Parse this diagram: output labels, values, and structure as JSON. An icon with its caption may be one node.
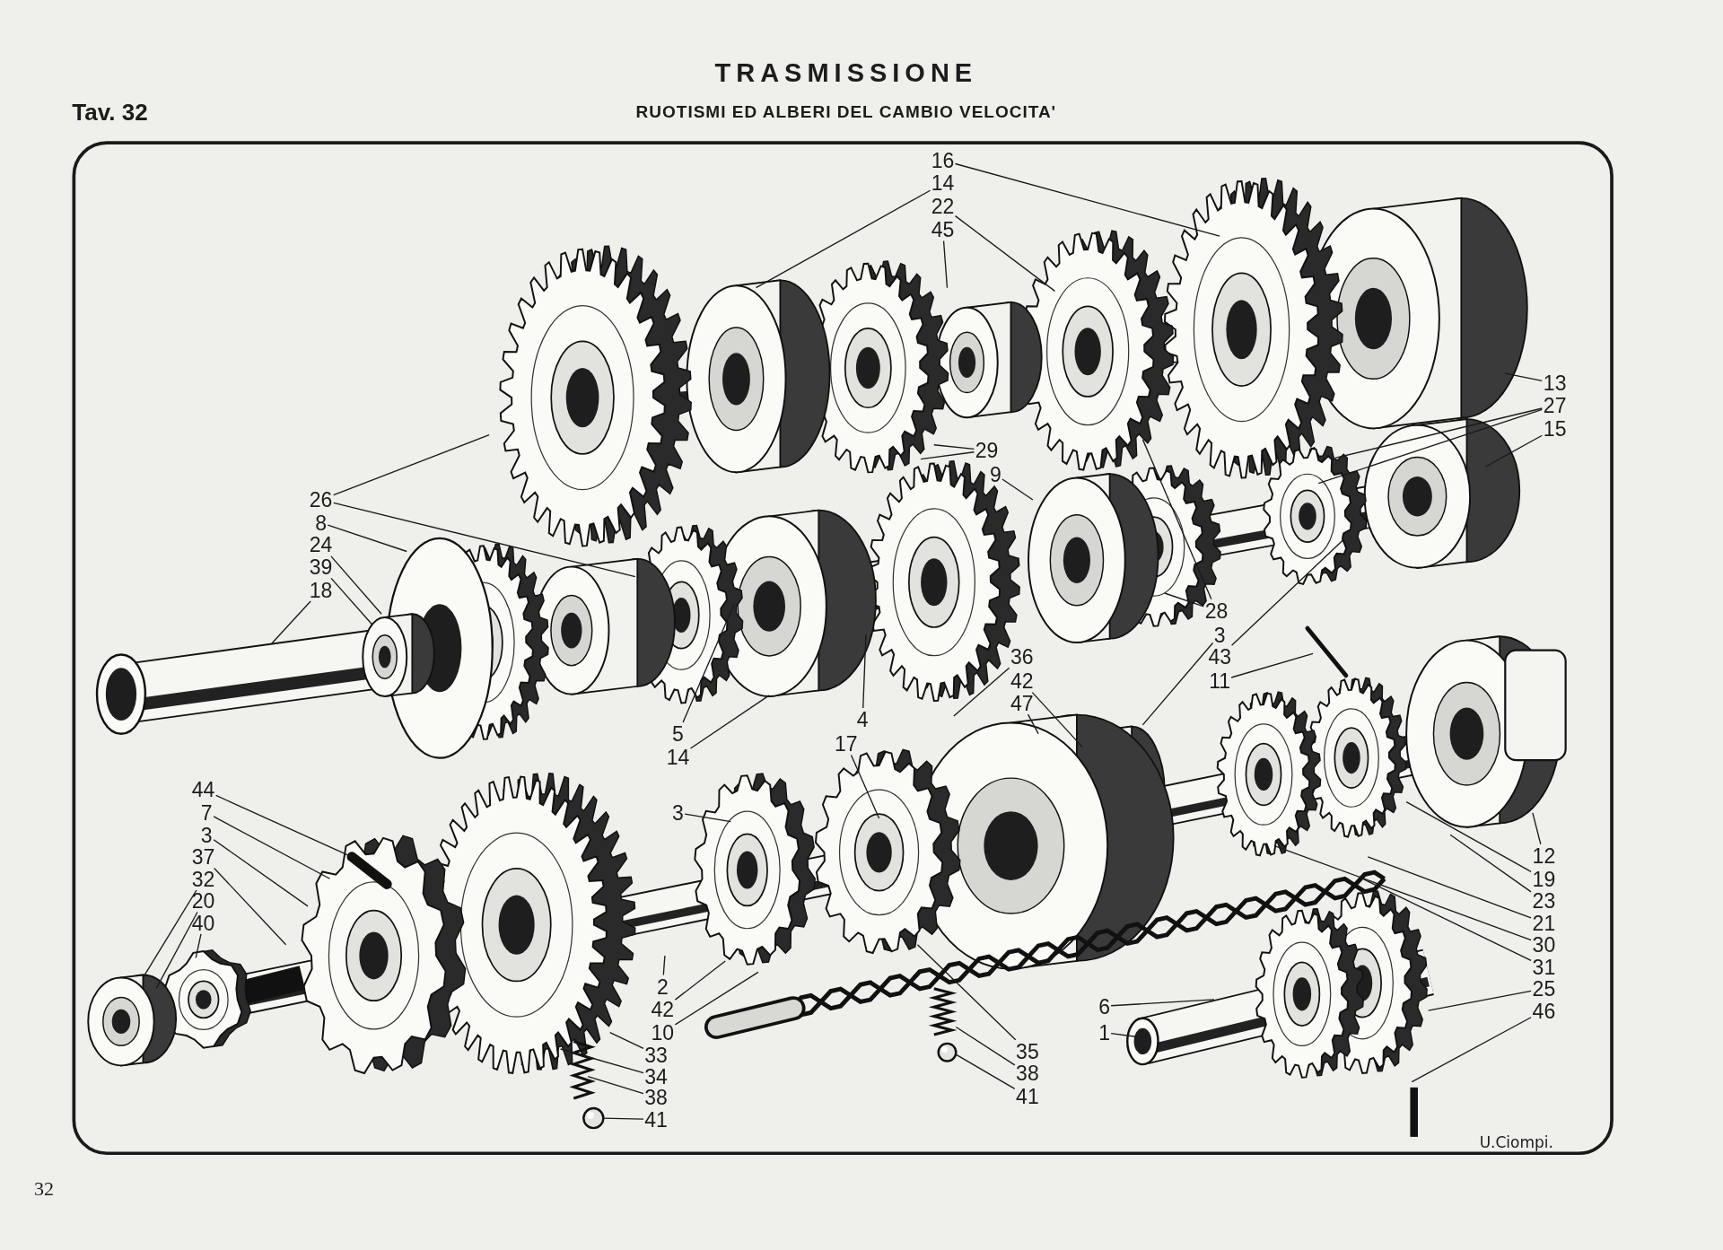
{
  "diagram": {
    "title": "TRASMISSIONE",
    "nodes": [
      {
        "text": [
          "16"
        ]
      },
      {
        "text": [
          "14"
        ]
      },
      {
        "text": [
          "22"
        ]
      },
      {
        "text": [
          "45"
        ]
      },
      {
        "text": [
          "13"
        ]
      },
      {
        "text": [
          "27"
        ]
      },
      {
        "text": [
          "15"
        ]
      },
      {
        "text": [
          "29"
        ]
      },
      {
        "text": [
          "9"
        ]
      },
      {
        "text": [
          "26"
        ]
      },
      {
        "text": [
          "8"
        ]
      },
      {
        "text": [
          "24"
        ]
      },
      {
        "text": [
          "39"
        ]
      },
      {
        "text": [
          "18"
        ]
      },
      {
        "text": [
          "28"
        ]
      },
      {
        "text": [
          "3"
        ]
      },
      {
        "text": [
          "43"
        ]
      },
      {
        "text": [
          "11"
        ]
      },
      {
        "text": [
          "36"
        ]
      },
      {
        "text": [
          "42"
        ]
      },
      {
        "text": [
          "47"
        ]
      },
      {
        "text": [
          "4"
        ]
      },
      {
        "text": [
          "17"
        ]
      },
      {
        "text": [
          "5"
        ]
      },
      {
        "text": [
          "14"
        ]
      },
      {
        "text": [
          "3"
        ]
      },
      {
        "text": [
          "44"
        ]
      },
      {
        "text": [
          "7"
        ]
      },
      {
        "text": [
          "3"
        ]
      },
      {
        "text": [
          "37"
        ]
      },
      {
        "text": [
          "32"
        ]
      },
      {
        "text": [
          "20"
        ]
      },
      {
        "text": [
          "40"
        ]
      },
      {
        "text": [
          "12"
        ]
      },
      {
        "text": [
          "19"
        ]
      },
      {
        "text": [
          "23"
        ]
      },
      {
        "text": [
          "21"
        ]
      },
      {
        "text": [
          "30"
        ]
      },
      {
        "text": [
          "31"
        ]
      },
      {
        "text": [
          "25"
        ]
      },
      {
        "text": [
          "46"
        ]
      },
      {
        "text": [
          "2"
        ]
      },
      {
        "text": [
          "42"
        ]
      },
      {
        "text": [
          "10"
        ]
      },
      {
        "text": [
          "33"
        ]
      },
      {
        "text": [
          "34"
        ]
      },
      {
        "text": [
          "38"
        ]
      },
      {
        "text": [
          "41"
        ]
      },
      {
        "text": [
          "6"
        ]
      },
      {
        "text": [
          "1"
        ]
      },
      {
        "text": [
          "35"
        ]
      },
      {
        "text": [
          "38"
        ]
      },
      {
        "text": [
          "41"
        ]
      }
    ],
    "edges": [
      {
        "from": 0,
        "to": null,
        "arrow": "none"
      },
      {
        "from": 1,
        "to": null,
        "arrow": "none"
      },
      {
        "from": 2,
        "to": null,
        "arrow": "none"
      },
      {
        "from": 3,
        "to": null,
        "arrow": "none"
      },
      {
        "from": 4,
        "to": null,
        "arrow": "none"
      },
      {
        "from": 5,
        "to": null,
        "arrow": "none"
      },
      {
        "from": 5,
        "to": null,
        "arrow": "none"
      },
      {
        "from": 6,
        "to": null,
        "arrow": "none"
      },
      {
        "from": 7,
        "to": null,
        "arrow": "none"
      },
      {
        "from": 7,
        "to": null,
        "arrow": "none"
      },
      {
        "from": 8,
        "to": null,
        "arrow": "none"
      },
      {
        "from": 9,
        "to": null,
        "arrow": "none"
      },
      {
        "from": 9,
        "to": null,
        "arrow": "none"
      },
      {
        "from": 10,
        "to": null,
        "arrow": "none"
      },
      {
        "from": 11,
        "to": null,
        "arrow": "none"
      },
      {
        "from": 12,
        "to": null,
        "arrow": "none"
      },
      {
        "from": 13,
        "to": null,
        "arrow": "none"
      },
      {
        "from": 14,
        "to": null,
        "arrow": "none"
      },
      {
        "from": 14,
        "to": null,
        "arrow": "none"
      },
      {
        "from": 15,
        "to": null,
        "arrow": "none"
      },
      {
        "from": 16,
        "to": null,
        "arrow": "none"
      },
      {
        "from": 17,
        "to": null,
        "arrow": "none"
      },
      {
        "from": 18,
        "to": null,
        "arrow": "none"
      },
      {
        "from": 19,
        "to": null,
        "arrow": "none"
      },
      {
        "from": 20,
        "to": null,
        "arrow": "none"
      },
      {
        "from": 21,
        "to": null,
        "arrow": "none"
      },
      {
        "from": 22,
        "to": null,
        "arrow": "none"
      },
      {
        "from": 23,
        "to": null,
        "arrow": "none"
      },
      {
        "from": 24,
        "to": null,
        "arrow": "none"
      },
      {
        "from": 25,
        "to": null,
        "arrow": "none"
      },
      {
        "from": 26,
        "to": null,
        "arrow": "none"
      },
      {
        "from": 27,
        "to": null,
        "arrow": "none"
      },
      {
        "from": 28,
        "to": null,
        "arrow": "none"
      },
      {
        "from": 29,
        "to": null,
        "arrow": "none"
      },
      {
        "from": 30,
        "to": null,
        "arrow": "none"
      },
      {
        "from": 31,
        "to": null,
        "arrow": "none"
      },
      {
        "from": 32,
        "to": null,
        "arrow": "none"
      },
      {
        "from": 33,
        "to": null,
        "arrow": "none"
      },
      {
        "from": 34,
        "to": null,
        "arrow": "none"
      },
      {
        "from": 35,
        "to": null,
        "arrow": "none"
      },
      {
        "from": 36,
        "to": null,
        "arrow": "none"
      },
      {
        "from": 37,
        "to": null,
        "arrow": "none"
      },
      {
        "from": 38,
        "to": null,
        "arrow": "none"
      },
      {
        "from": 39,
        "to": null,
        "arrow": "none"
      },
      {
        "from": 40,
        "to": null,
        "arrow": "none"
      },
      {
        "from": 41,
        "to": null,
        "arrow": "none"
      },
      {
        "from": 42,
        "to": null,
        "arrow": "none"
      },
      {
        "from": 43,
        "to": null,
        "arrow": "none"
      },
      {
        "from": 44,
        "to": null,
        "arrow": "none"
      },
      {
        "from": 45,
        "to": null,
        "arrow": "none"
      },
      {
        "from": 46,
        "to": null,
        "arrow": "none"
      },
      {
        "from": 47,
        "to": null,
        "arrow": "none"
      },
      {
        "from": 48,
        "to": null,
        "arrow": "none"
      },
      {
        "from": 49,
        "to": null,
        "arrow": "none"
      },
      {
        "from": 50,
        "to": null,
        "arrow": "none"
      },
      {
        "from": 51,
        "to": null,
        "arrow": "none"
      },
      {
        "from": 52,
        "to": null,
        "arrow": "none"
      }
    ],
    "labels": [
      "Tav. 32",
      "RUOTISMI ED ALBERI DEL CAMBIO VELOCITA'",
      "U.Ciompi.",
      "32"
    ]
  }
}
